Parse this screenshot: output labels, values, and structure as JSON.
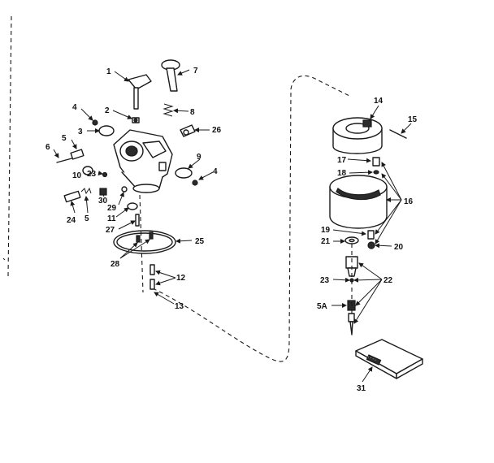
{
  "callouts": [
    {
      "id": "c1",
      "text": "1"
    },
    {
      "id": "c2",
      "text": "2"
    },
    {
      "id": "c3",
      "text": "3"
    },
    {
      "id": "c4a",
      "text": "4"
    },
    {
      "id": "c5a",
      "text": "5"
    },
    {
      "id": "c6",
      "text": "6"
    },
    {
      "id": "c7",
      "text": "7"
    },
    {
      "id": "c8",
      "text": "8"
    },
    {
      "id": "c9",
      "text": "9"
    },
    {
      "id": "c4b",
      "text": "4"
    },
    {
      "id": "c10",
      "text": "10"
    },
    {
      "id": "c23a",
      "text": "23"
    },
    {
      "id": "c26",
      "text": "26"
    },
    {
      "id": "c30",
      "text": "30"
    },
    {
      "id": "c29",
      "text": "29"
    },
    {
      "id": "c24",
      "text": "24"
    },
    {
      "id": "c5b",
      "text": "5"
    },
    {
      "id": "c11",
      "text": "11"
    },
    {
      "id": "c27",
      "text": "27"
    },
    {
      "id": "c25",
      "text": "25"
    },
    {
      "id": "c28",
      "text": "28"
    },
    {
      "id": "c12",
      "text": "12"
    },
    {
      "id": "c13",
      "text": "13"
    },
    {
      "id": "c14",
      "text": "14"
    },
    {
      "id": "c15",
      "text": "15"
    },
    {
      "id": "c17",
      "text": "17"
    },
    {
      "id": "c18",
      "text": "18"
    },
    {
      "id": "c16",
      "text": "16"
    },
    {
      "id": "c19",
      "text": "19"
    },
    {
      "id": "c21",
      "text": "21"
    },
    {
      "id": "c20",
      "text": "20"
    },
    {
      "id": "c22",
      "text": "22"
    },
    {
      "id": "c23b",
      "text": "23"
    },
    {
      "id": "c5A",
      "text": "5A"
    },
    {
      "id": "c31",
      "text": "31"
    }
  ],
  "manual_label": "· · · ·",
  "colors": {
    "ink": "#1a1a1a",
    "paper": "#ffffff"
  }
}
